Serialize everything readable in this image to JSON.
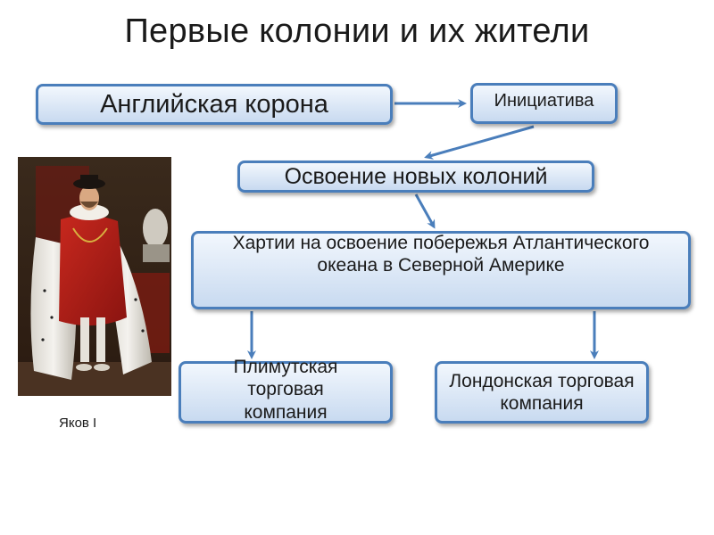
{
  "title": "Первые колонии и их жители",
  "nodes": {
    "crown": "Английская корона",
    "initiative": "Инициатива",
    "develop": "Освоение новых колоний",
    "charters": "Хартии на освоение побережья Атлантического океана в Северной Америке",
    "plymouth": "Плимутская торговая компания",
    "london": "Лондонская торговая компания"
  },
  "portrait": {
    "caption": "Яков I"
  },
  "colors": {
    "box_border": "#4a7ebb",
    "box_fill": "#dbe7f6",
    "arrow": "#4a7ebb"
  }
}
